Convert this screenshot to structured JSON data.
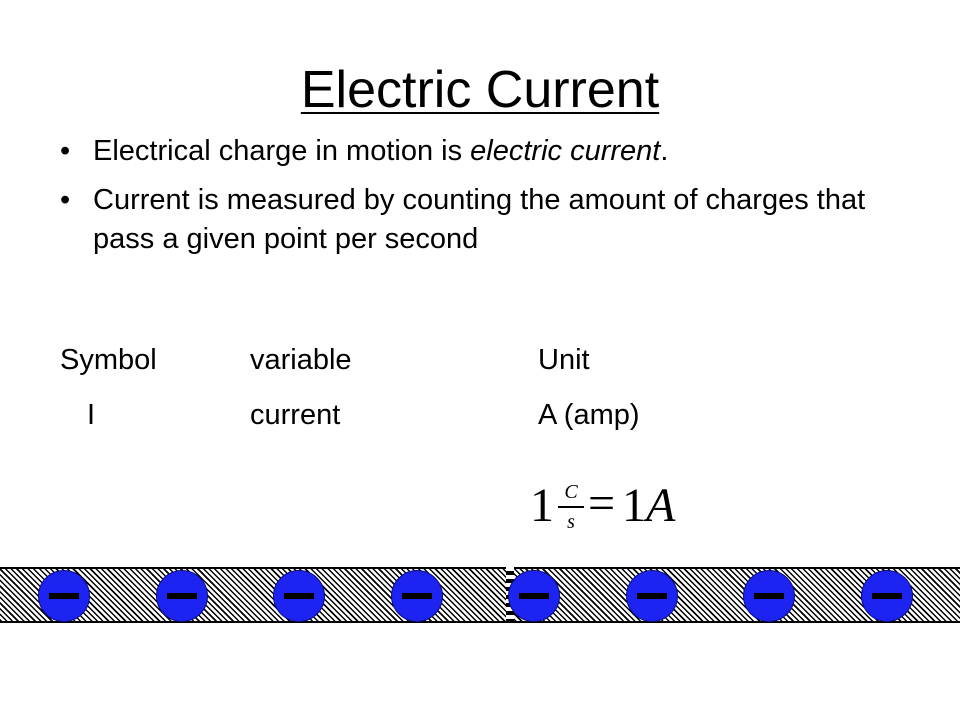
{
  "title": "Electric Current",
  "bullets": [
    {
      "plain": "Electrical charge in motion is ",
      "emph": "electric current",
      "tail": "."
    },
    {
      "plain": "Current is measured by counting the amount of charges that pass a given point per second"
    }
  ],
  "table": {
    "headers": [
      "Symbol",
      "variable",
      "Unit"
    ],
    "row": [
      "I",
      "current",
      "A (amp)"
    ]
  },
  "formula": {
    "lhs": "1",
    "num": "C",
    "den": "s",
    "eq": "=",
    "rhs_num": "1",
    "rhs_unit": "A"
  },
  "diagram": {
    "charge_count": 8,
    "charge_sign": "minus",
    "charge_color": "#1d24f2"
  }
}
